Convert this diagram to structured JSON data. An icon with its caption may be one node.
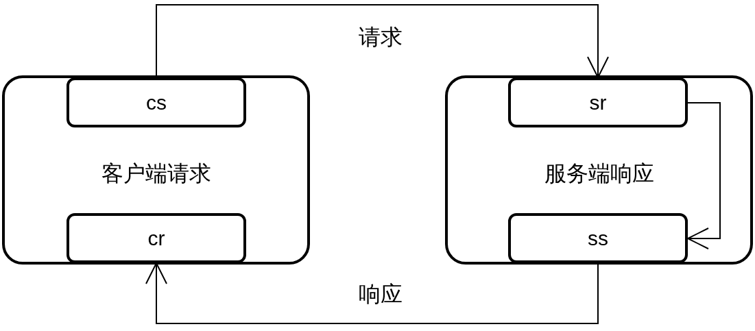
{
  "diagram": {
    "nodes": [
      {
        "text": [
          "客户端请求"
        ]
      },
      {
        "text": [
          "cs"
        ],
        "in": 0
      },
      {
        "text": [
          "cr"
        ],
        "in": 0
      },
      {
        "text": [
          "服务端响应"
        ]
      },
      {
        "text": [
          "sr"
        ],
        "in": 3
      },
      {
        "text": [
          "ss"
        ],
        "in": 3
      }
    ],
    "edges": [
      {
        "from": 1,
        "to": 4,
        "arrow": "to",
        "label": "请求"
      },
      {
        "from": 4,
        "to": 5,
        "arrow": "to"
      },
      {
        "from": 5,
        "to": 2,
        "arrow": "to",
        "label": "响应"
      }
    ]
  }
}
